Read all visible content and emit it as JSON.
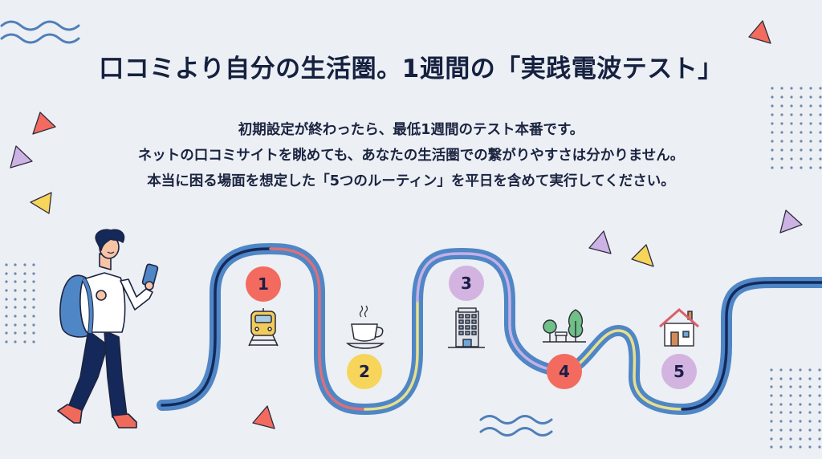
{
  "header": {
    "title": "口コミより自分の生活圏。1週間の「実践電波テスト」"
  },
  "lead": {
    "lines": [
      "初期設定が終わったら、最低1週間のテスト本番です。",
      "ネットの口コミサイトを眺めても、あなたの生活圏での繋がりやすさは分かりません。",
      "本当に困る場面を想定した「5つのルーティン」を平日を含めて実行してください。"
    ]
  },
  "route": {
    "stops": [
      {
        "number": "1",
        "icon": "train-icon",
        "color": "#f26b5e"
      },
      {
        "number": "2",
        "icon": "coffee-cup-icon",
        "color": "#f7d55a"
      },
      {
        "number": "3",
        "icon": "office-building-icon",
        "color": "#d3b3e0"
      },
      {
        "number": "4",
        "icon": "park-bench-trees-icon",
        "color": "#f26b5e"
      },
      {
        "number": "5",
        "icon": "house-icon",
        "color": "#d3b3e0"
      }
    ]
  },
  "colors": {
    "background": "#eceff4",
    "title_text": "#15213f",
    "path_outer": "#4f86c6",
    "path_inner_dark": "#142a5c",
    "stripe_red": "#d9707a",
    "stripe_yellow": "#e8df8a",
    "stripe_purple": "#c5b0e6",
    "accent_red": "#f26b5e",
    "accent_yellow": "#f7d55a",
    "accent_purple": "#cdb3e3"
  }
}
